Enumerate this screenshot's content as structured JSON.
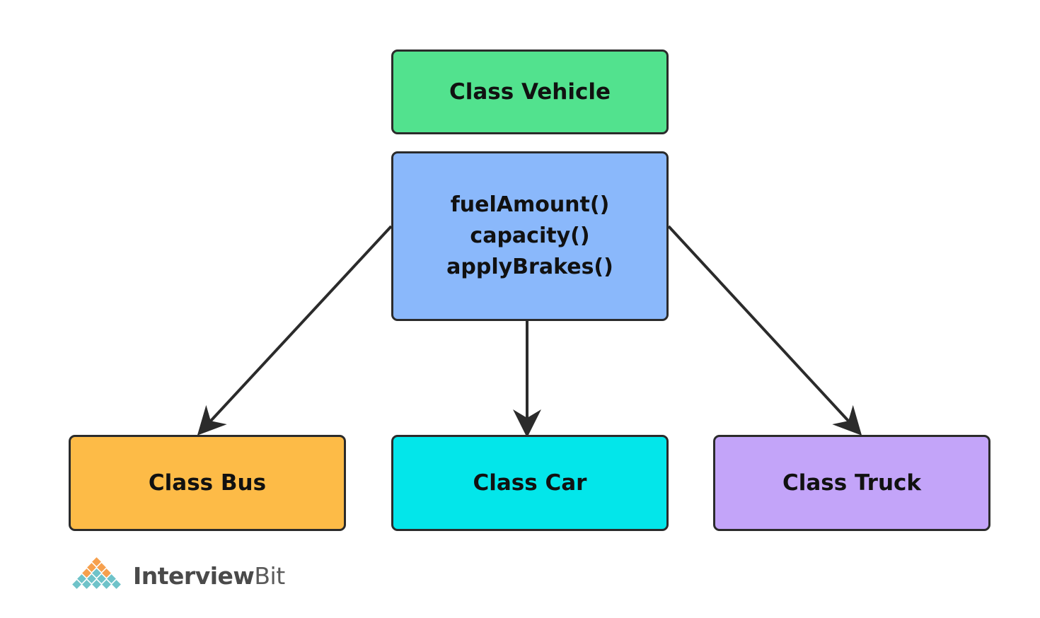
{
  "diagram": {
    "parent": {
      "title": "Class Vehicle",
      "methods": [
        "fuelAmount()",
        "capacity()",
        "applyBrakes()"
      ],
      "color": "#52e28e"
    },
    "methods_box_color": "#8ab8fb",
    "children": [
      {
        "title": "Class Bus",
        "color": "#fdbb47"
      },
      {
        "title": "Class Car",
        "color": "#03e6ea"
      },
      {
        "title": "Class Truck",
        "color": "#c3a4f9"
      }
    ],
    "border_color": "#2b2b2b",
    "arrow_color": "#2b2b2b"
  },
  "logo": {
    "brand_strong": "Interview",
    "brand_light": "Bit",
    "mark_colors": [
      "#f6a04d",
      "#6fc3c9"
    ]
  }
}
